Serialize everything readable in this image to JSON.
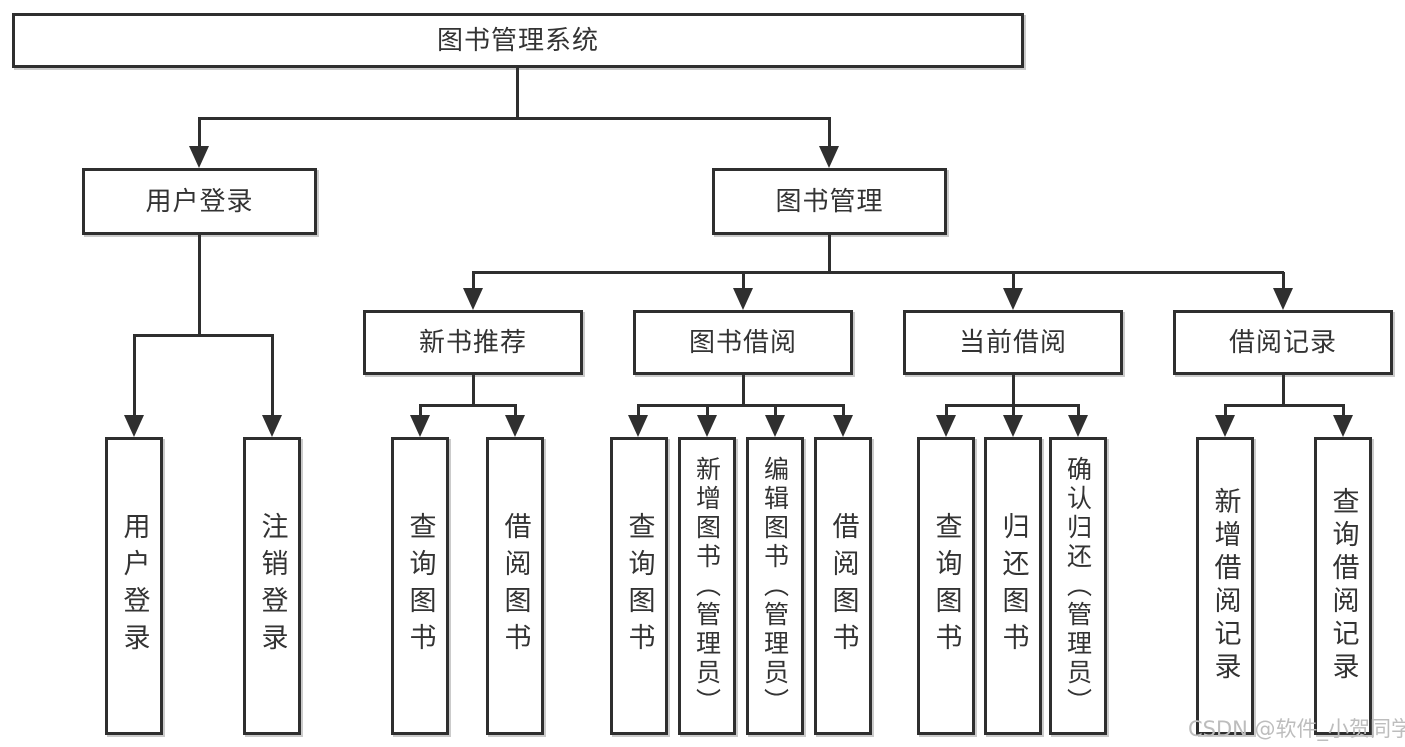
{
  "diagram": {
    "root": {
      "label": "图书管理系统"
    },
    "level1": [
      {
        "label": "用户登录"
      },
      {
        "label": "图书管理"
      }
    ],
    "level2": [
      {
        "label": "新书推荐",
        "parent": "图书管理"
      },
      {
        "label": "图书借阅",
        "parent": "图书管理"
      },
      {
        "label": "当前借阅",
        "parent": "图书管理"
      },
      {
        "label": "借阅记录",
        "parent": "图书管理"
      }
    ],
    "leaves": [
      {
        "label": "用户登录",
        "parent": "用户登录"
      },
      {
        "label": "注销登录",
        "parent": "用户登录"
      },
      {
        "label": "查询图书",
        "parent": "新书推荐"
      },
      {
        "label": "借阅图书",
        "parent": "新书推荐"
      },
      {
        "label": "查询图书",
        "parent": "图书借阅"
      },
      {
        "label": "新增图书（管理员）",
        "parent": "图书借阅"
      },
      {
        "label": "编辑图书（管理员）",
        "parent": "图书借阅"
      },
      {
        "label": "借阅图书",
        "parent": "图书借阅"
      },
      {
        "label": "查询图书",
        "parent": "当前借阅"
      },
      {
        "label": "归还图书",
        "parent": "当前借阅"
      },
      {
        "label": "确认归还（管理员）",
        "parent": "当前借阅"
      },
      {
        "label": "新增借阅记录",
        "parent": "借阅记录"
      },
      {
        "label": "查询借阅记录",
        "parent": "借阅记录"
      }
    ]
  },
  "watermark": {
    "text": "CSDN @软件_小贺同学"
  },
  "colors": {
    "line": "#2f2f2f",
    "text": "#333333",
    "watermark": "#bdbdbd",
    "background": "#ffffff"
  }
}
